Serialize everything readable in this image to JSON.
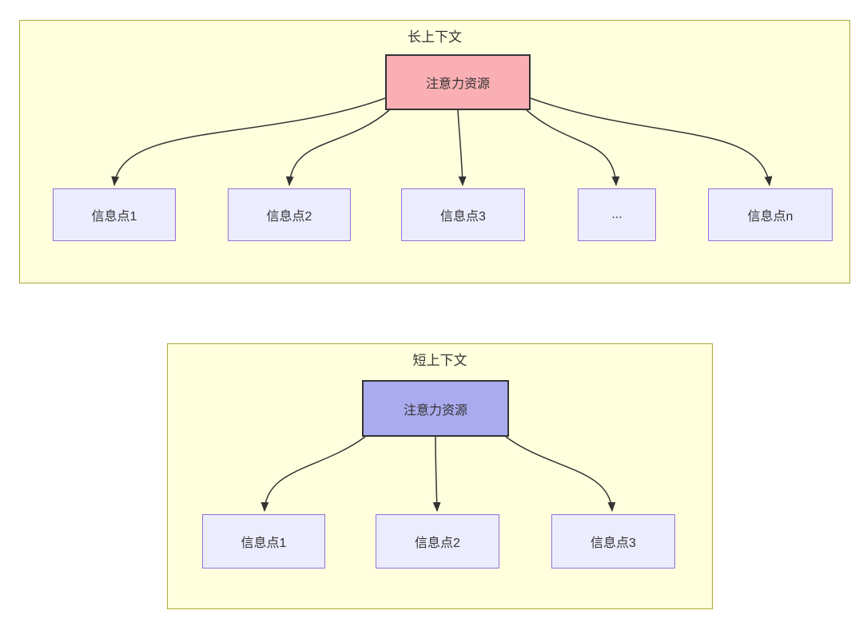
{
  "colors": {
    "page_background": "#FFFFFF",
    "cluster_fill": "#FFFFDE",
    "cluster_border": "#AAAA33",
    "leaf_fill": "#ECECFF",
    "leaf_border": "#9370DB",
    "long_root_fill": "#F9AFB4",
    "short_root_fill": "#AAAAEE",
    "root_border": "#333333",
    "arrow_color": "#333333",
    "text_color": "#333333"
  },
  "long_context": {
    "title": "长上下文",
    "root_label": "注意力资源",
    "children": [
      {
        "label": "信息点1"
      },
      {
        "label": "信息点2"
      },
      {
        "label": "信息点3"
      },
      {
        "label": "..."
      },
      {
        "label": "信息点n"
      }
    ]
  },
  "short_context": {
    "title": "短上下文",
    "root_label": "注意力资源",
    "children": [
      {
        "label": "信息点1"
      },
      {
        "label": "信息点2"
      },
      {
        "label": "信息点3"
      }
    ]
  }
}
